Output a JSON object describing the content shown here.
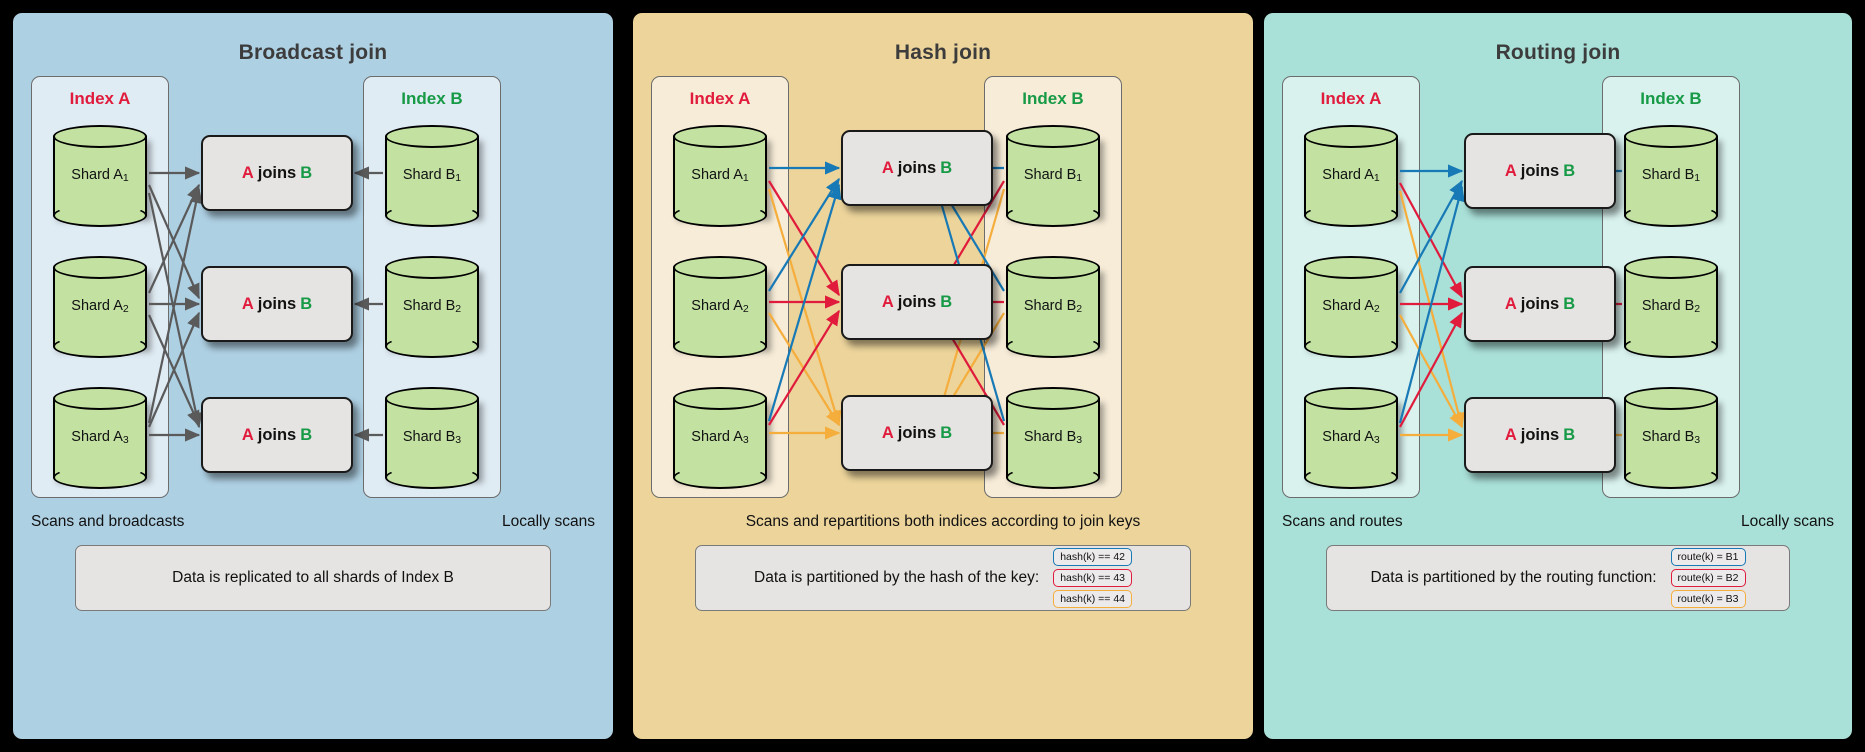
{
  "panels": [
    {
      "id": "broadcast",
      "title": "Broadcast join",
      "bg": "#aed0e3",
      "index_a_label": "Index A",
      "index_b_label": "Index B",
      "shards_a": [
        "Shard A",
        "Shard A",
        "Shard A"
      ],
      "shards_a_sub": [
        "1",
        "2",
        "3"
      ],
      "shards_b": [
        "Shard B",
        "Shard B",
        "Shard B"
      ],
      "shards_b_sub": [
        "1",
        "2",
        "3"
      ],
      "join_a": "A",
      "join_mid": "joins",
      "join_b": "B",
      "caption_left": "Scans and broadcasts",
      "caption_right": "Locally scans",
      "note_text": "Data is replicated to all shards of Index B",
      "chips": [],
      "arrow_colors": [
        "#5a5a5a"
      ]
    },
    {
      "id": "hash",
      "title": "Hash join",
      "bg": "#ecd49b",
      "index_a_label": "Index A",
      "index_b_label": "Index B",
      "shards_a": [
        "Shard A",
        "Shard A",
        "Shard A"
      ],
      "shards_a_sub": [
        "1",
        "2",
        "3"
      ],
      "shards_b": [
        "Shard B",
        "Shard B",
        "Shard B"
      ],
      "shards_b_sub": [
        "1",
        "2",
        "3"
      ],
      "join_a": "A",
      "join_mid": "joins",
      "join_b": "B",
      "caption_left": "Scans and repartitions both indices according to join keys",
      "caption_right": "",
      "note_text": "Data is partitioned by the hash of the key:",
      "chips": [
        "hash(k) == 42",
        "hash(k) == 43",
        "hash(k) == 44"
      ],
      "arrow_colors": [
        "#1779b5",
        "#e01b3c",
        "#f5ad3c"
      ]
    },
    {
      "id": "routing",
      "title": "Routing join",
      "bg": "#a9e0d8",
      "index_a_label": "Index A",
      "index_b_label": "Index B",
      "shards_a": [
        "Shard A",
        "Shard A",
        "Shard A"
      ],
      "shards_a_sub": [
        "1",
        "2",
        "3"
      ],
      "shards_b": [
        "Shard B",
        "Shard B",
        "Shard B"
      ],
      "shards_b_sub": [
        "1",
        "2",
        "3"
      ],
      "join_a": "A",
      "join_mid": "joins",
      "join_b": "B",
      "caption_left": "Scans and routes",
      "caption_right": "Locally scans",
      "note_text": "Data is partitioned by the routing function:",
      "chips": [
        "route(k) = B1",
        "route(k) = B2",
        "route(k) = B3"
      ],
      "arrow_colors": [
        "#1779b5",
        "#e01b3c",
        "#f5ad3c"
      ]
    }
  ],
  "colors": {
    "index_a_text": "#e01b3c",
    "index_b_text": "#179a46",
    "shard_fill": "#c3e2a2",
    "join_fill": "#e6e4e3",
    "blue": "#1779b5",
    "red": "#e01b3c",
    "orange": "#f5ad3c",
    "gray_arrow": "#5a5a5a"
  }
}
